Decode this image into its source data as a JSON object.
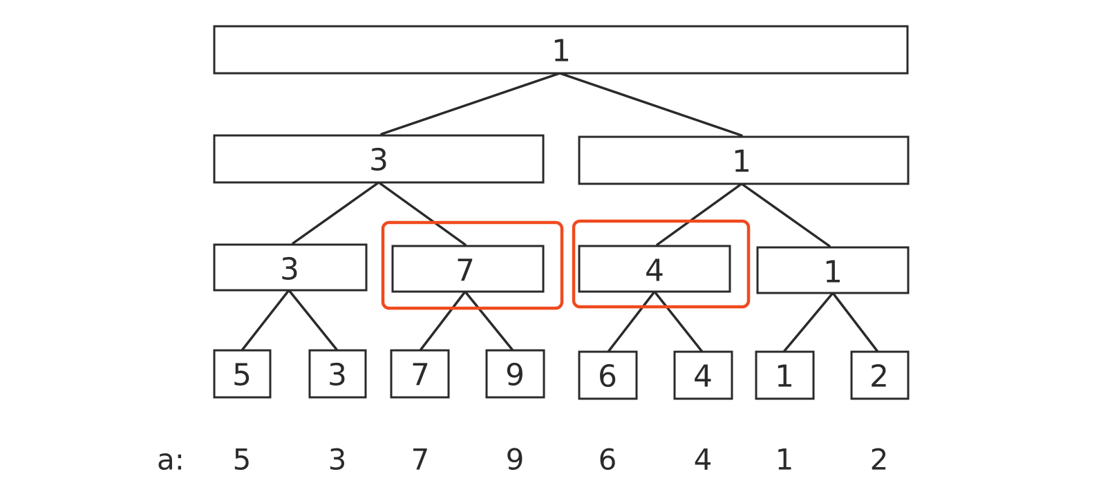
{
  "tree": {
    "root": "1",
    "level1": [
      "3",
      "1"
    ],
    "level2": [
      "3",
      "7",
      "4",
      "1"
    ],
    "leaves": [
      "5",
      "3",
      "7",
      "9",
      "6",
      "4",
      "1",
      "2"
    ]
  },
  "array": {
    "label": "a:",
    "values": [
      "5",
      "3",
      "7",
      "9",
      "6",
      "4",
      "1",
      "2"
    ]
  },
  "highlight": {
    "color": "#f04a1e"
  }
}
